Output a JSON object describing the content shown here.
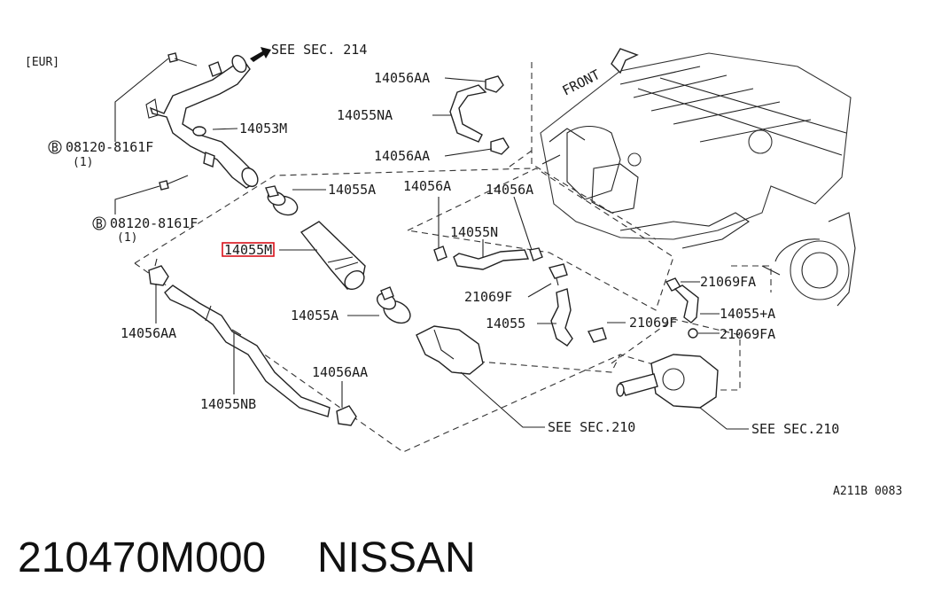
{
  "region": "[EUR]",
  "refs": {
    "see_214": "SEE SEC. 214",
    "see_210_a": "SEE SEC.210",
    "see_210_b": "SEE SEC.210",
    "front": "FRONT"
  },
  "bolts": {
    "b1_code": "08120-8161F",
    "b1_qty": "(1)",
    "b2_code": "08120-8161F",
    "b2_qty": "(1)",
    "b_symbol": "B"
  },
  "parts": {
    "p14053M": "14053M",
    "p14055A_top": "14055A",
    "p14055M": "14055M",
    "p14055A_mid": "14055A",
    "p14056AA_left": "14056AA",
    "p14055NB": "14055NB",
    "p14056AA_bottom": "14056AA",
    "p14056AA_top1": "14056AA",
    "p14055NA": "14055NA",
    "p14056AA_top2": "14056AA",
    "p14056A_1": "14056A",
    "p14056A_2": "14056A",
    "p14055N": "14055N",
    "p21069F_1": "21069F",
    "p14055": "14055",
    "p21069F_2": "21069F",
    "p21069FA_1": "21069FA",
    "p14055pA": "14055+A",
    "p21069FA_2": "21069FA"
  },
  "highlighted_part": "14055M",
  "highlight_color": "#d8121b",
  "diagram_code": "A211B 0083",
  "caption": {
    "part_number": "210470M000",
    "brand": "NISSAN"
  }
}
